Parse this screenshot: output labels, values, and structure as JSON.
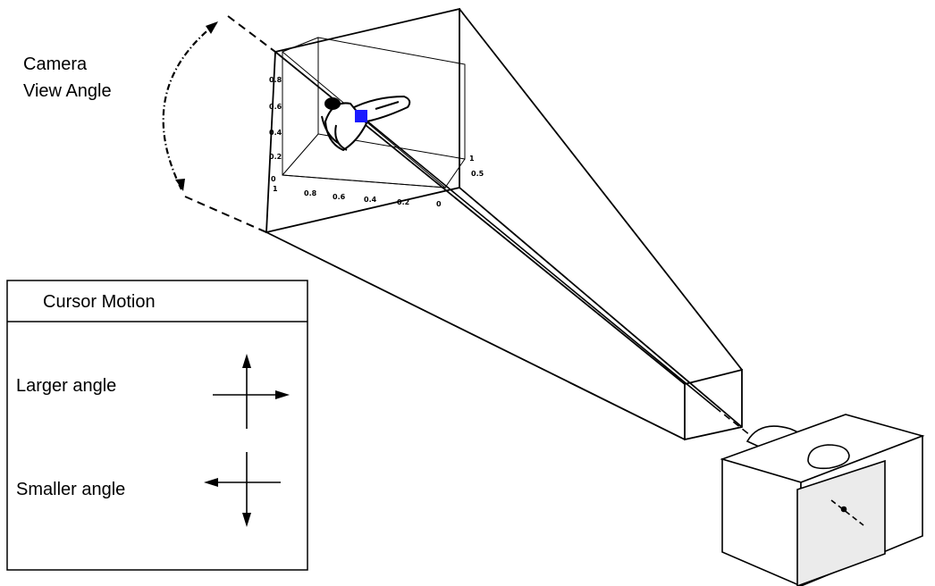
{
  "view_angle_label": {
    "line1": "Camera",
    "line2": "View Angle"
  },
  "cursor_motion": {
    "title": "Cursor Motion",
    "rows": [
      {
        "label": "Larger angle",
        "arrows": [
          "up",
          "right"
        ]
      },
      {
        "label": "Smaller angle",
        "arrows": [
          "left",
          "down"
        ]
      }
    ]
  },
  "plot": {
    "z_ticks": [
      "0.8",
      "0.6",
      "0.4",
      "0.2",
      "0"
    ],
    "x_ticks": [
      "1",
      "0.8",
      "0.6",
      "0.4",
      "0.2",
      "0"
    ],
    "y_ticks": [
      "1",
      "0.5"
    ],
    "subject_icon": "space-shuttle-icon",
    "target_marker_color": "#1a1aff"
  },
  "camera_icon": "camera-icon"
}
